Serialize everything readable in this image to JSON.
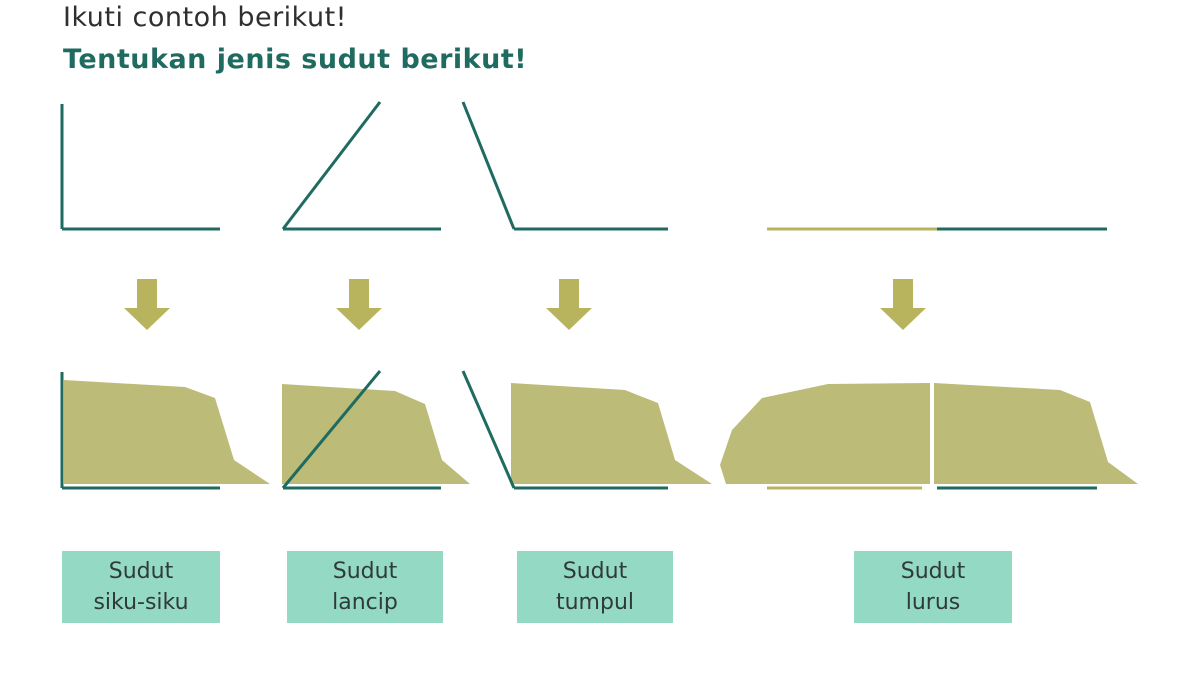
{
  "heading": {
    "instruction": "Ikuti contoh berikut!",
    "task": "Tentukan jenis sudut berikut!"
  },
  "colors": {
    "angle_line": "#1f6b60",
    "arrow": "#b8b45e",
    "fold_paper": "#bcbb78",
    "label_box": "#94d9c3",
    "instruction_text": "#2f2f2f",
    "task_text": "#1f6b60"
  },
  "angles": [
    {
      "line1": "Sudut",
      "line2": "siku-siku"
    },
    {
      "line1": "Sudut",
      "line2": "lancip"
    },
    {
      "line1": "Sudut",
      "line2": "tumpul"
    },
    {
      "line1": "Sudut",
      "line2": "lurus"
    }
  ]
}
